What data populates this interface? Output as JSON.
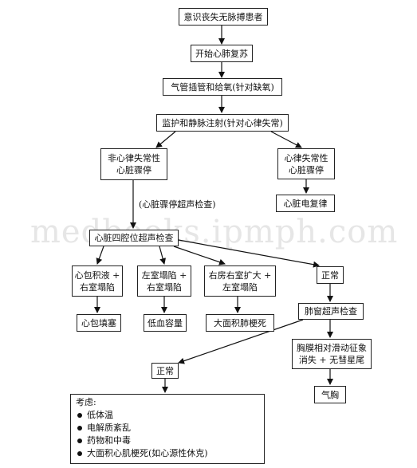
{
  "watermark": "medbooks.ipmph.com",
  "nodes": {
    "start": "意识丧失无脉搏患者",
    "cpr": "开始心肺复苏",
    "intubate": "气管插管和给氧(针对缺氧)",
    "monitor": "监护和静脉注射(针对心律失常)",
    "non_arrhythmic": [
      "非心律失常性",
      "心脏骤停"
    ],
    "arrhythmic": [
      "心律失常性",
      "心脏骤停"
    ],
    "defib": "心脏电复律",
    "four_chamber": "心脏四腔位超声检查",
    "pericardial": [
      "心包积液 +",
      "右室塌陷"
    ],
    "lv_collapse": [
      "左室塌陷 +",
      "右室塌陷"
    ],
    "ra_rv_enlarged": [
      "右房右室扩大 +",
      "左室塌陷"
    ],
    "normal1": "正常",
    "tamponade": "心包填塞",
    "hypovolemia": "低血容量",
    "massive_pe": "大面积肺梗死",
    "lung_window": "肺窗超声检查",
    "pleural_sliding": [
      "胸膜相对滑动征象",
      "消失 + 无彗星尾"
    ],
    "normal2": "正常",
    "pneumothorax": "气胸"
  },
  "edge_labels": {
    "echo_exam": "(心脏骤停超声检查)"
  },
  "consider": {
    "title": "考虑:",
    "items": [
      "低体温",
      "电解质紊乱",
      "药物和中毒",
      "大面积心肌梗死(如心源性休克)"
    ]
  }
}
